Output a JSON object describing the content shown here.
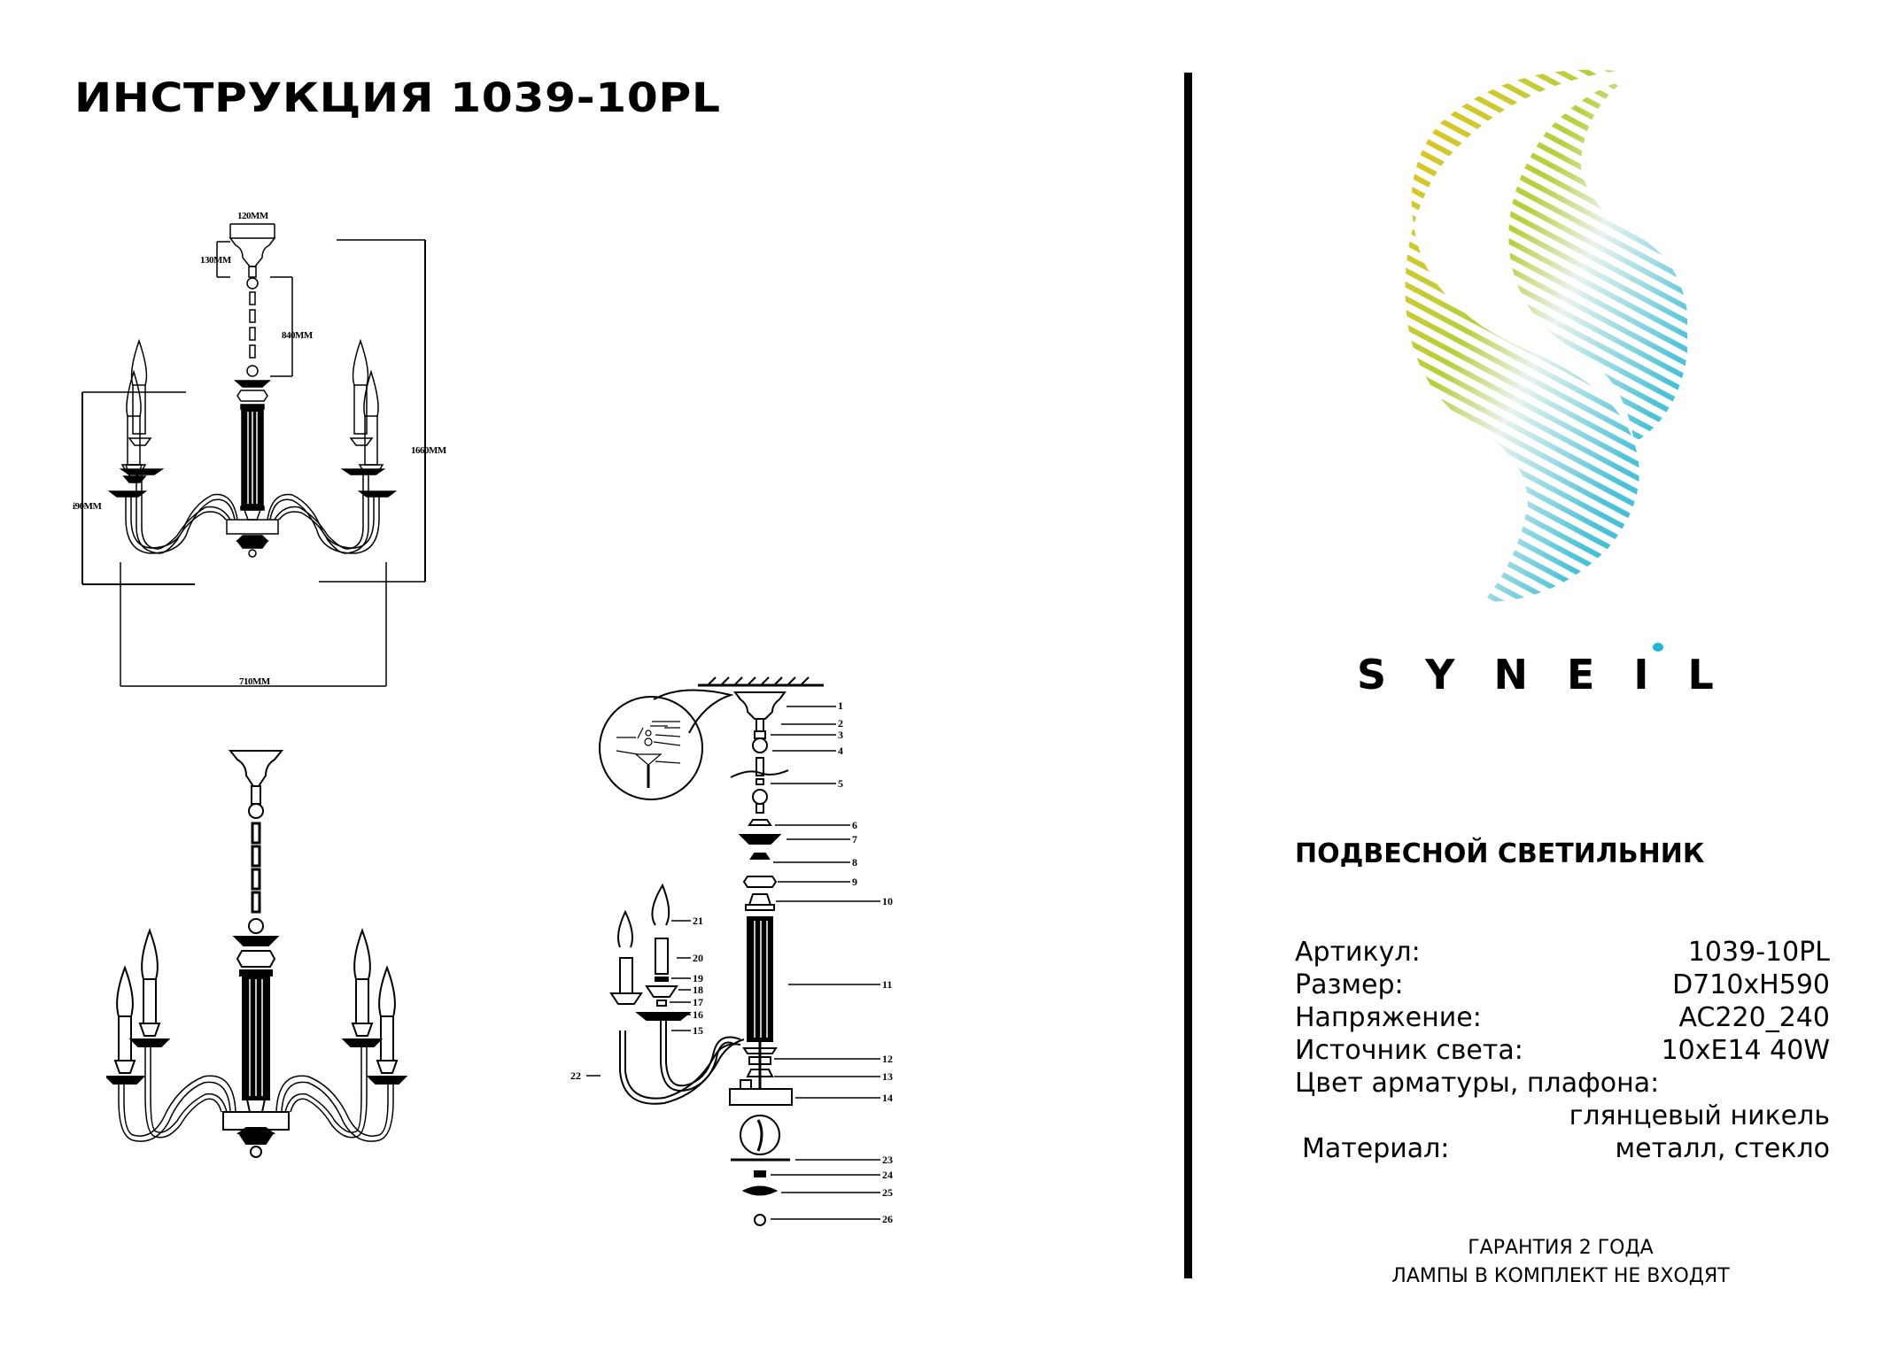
{
  "document": {
    "title": "ИНСТРУКЦИЯ 1039-10PL"
  },
  "dimension_drawing": {
    "labels": {
      "canopy_width": "120MM",
      "canopy_height": "130MM",
      "chain_length": "840MM",
      "total_height": "1660MM",
      "body_height": "i90MM",
      "diameter": "710MM"
    }
  },
  "exploded_diagram": {
    "parts": [
      "1",
      "2",
      "3",
      "4",
      "5",
      "6",
      "7",
      "8",
      "9",
      "10",
      "11",
      "12",
      "13",
      "14",
      "15",
      "16",
      "17",
      "18",
      "19",
      "20",
      "21",
      "22",
      "23",
      "24",
      "25",
      "26"
    ],
    "detail_callout_parts": [
      "1",
      "2",
      "3",
      "4",
      "5",
      "6",
      "7"
    ]
  },
  "brand": {
    "name": "SYNEIL",
    "logo_colors": {
      "yellow": "#e9c21a",
      "green": "#a9c94a",
      "cyan": "#1fb5d8"
    }
  },
  "product": {
    "type": "ПОДВЕСНОЙ СВЕТИЛЬНИК",
    "specs": [
      {
        "label": "Артикул:",
        "value": "1039-10PL"
      },
      {
        "label": "Размер:",
        "value": "D710xH590"
      },
      {
        "label": "Напряжение:",
        "value": "AC220_240"
      },
      {
        "label": "Источник света:",
        "value": "10xE14 40W"
      },
      {
        "label": "Цвет арматуры, плафона:",
        "value": ""
      },
      {
        "label": "",
        "value": "глянцевый никель"
      },
      {
        "label": "Материал:",
        "value": "металл, стекло"
      }
    ]
  },
  "footer": {
    "warranty": "ГАРАНТИЯ 2 ГОДА",
    "lamps_note": "ЛАМПЫ В КОМПЛЕКТ НЕ ВХОДЯТ"
  }
}
